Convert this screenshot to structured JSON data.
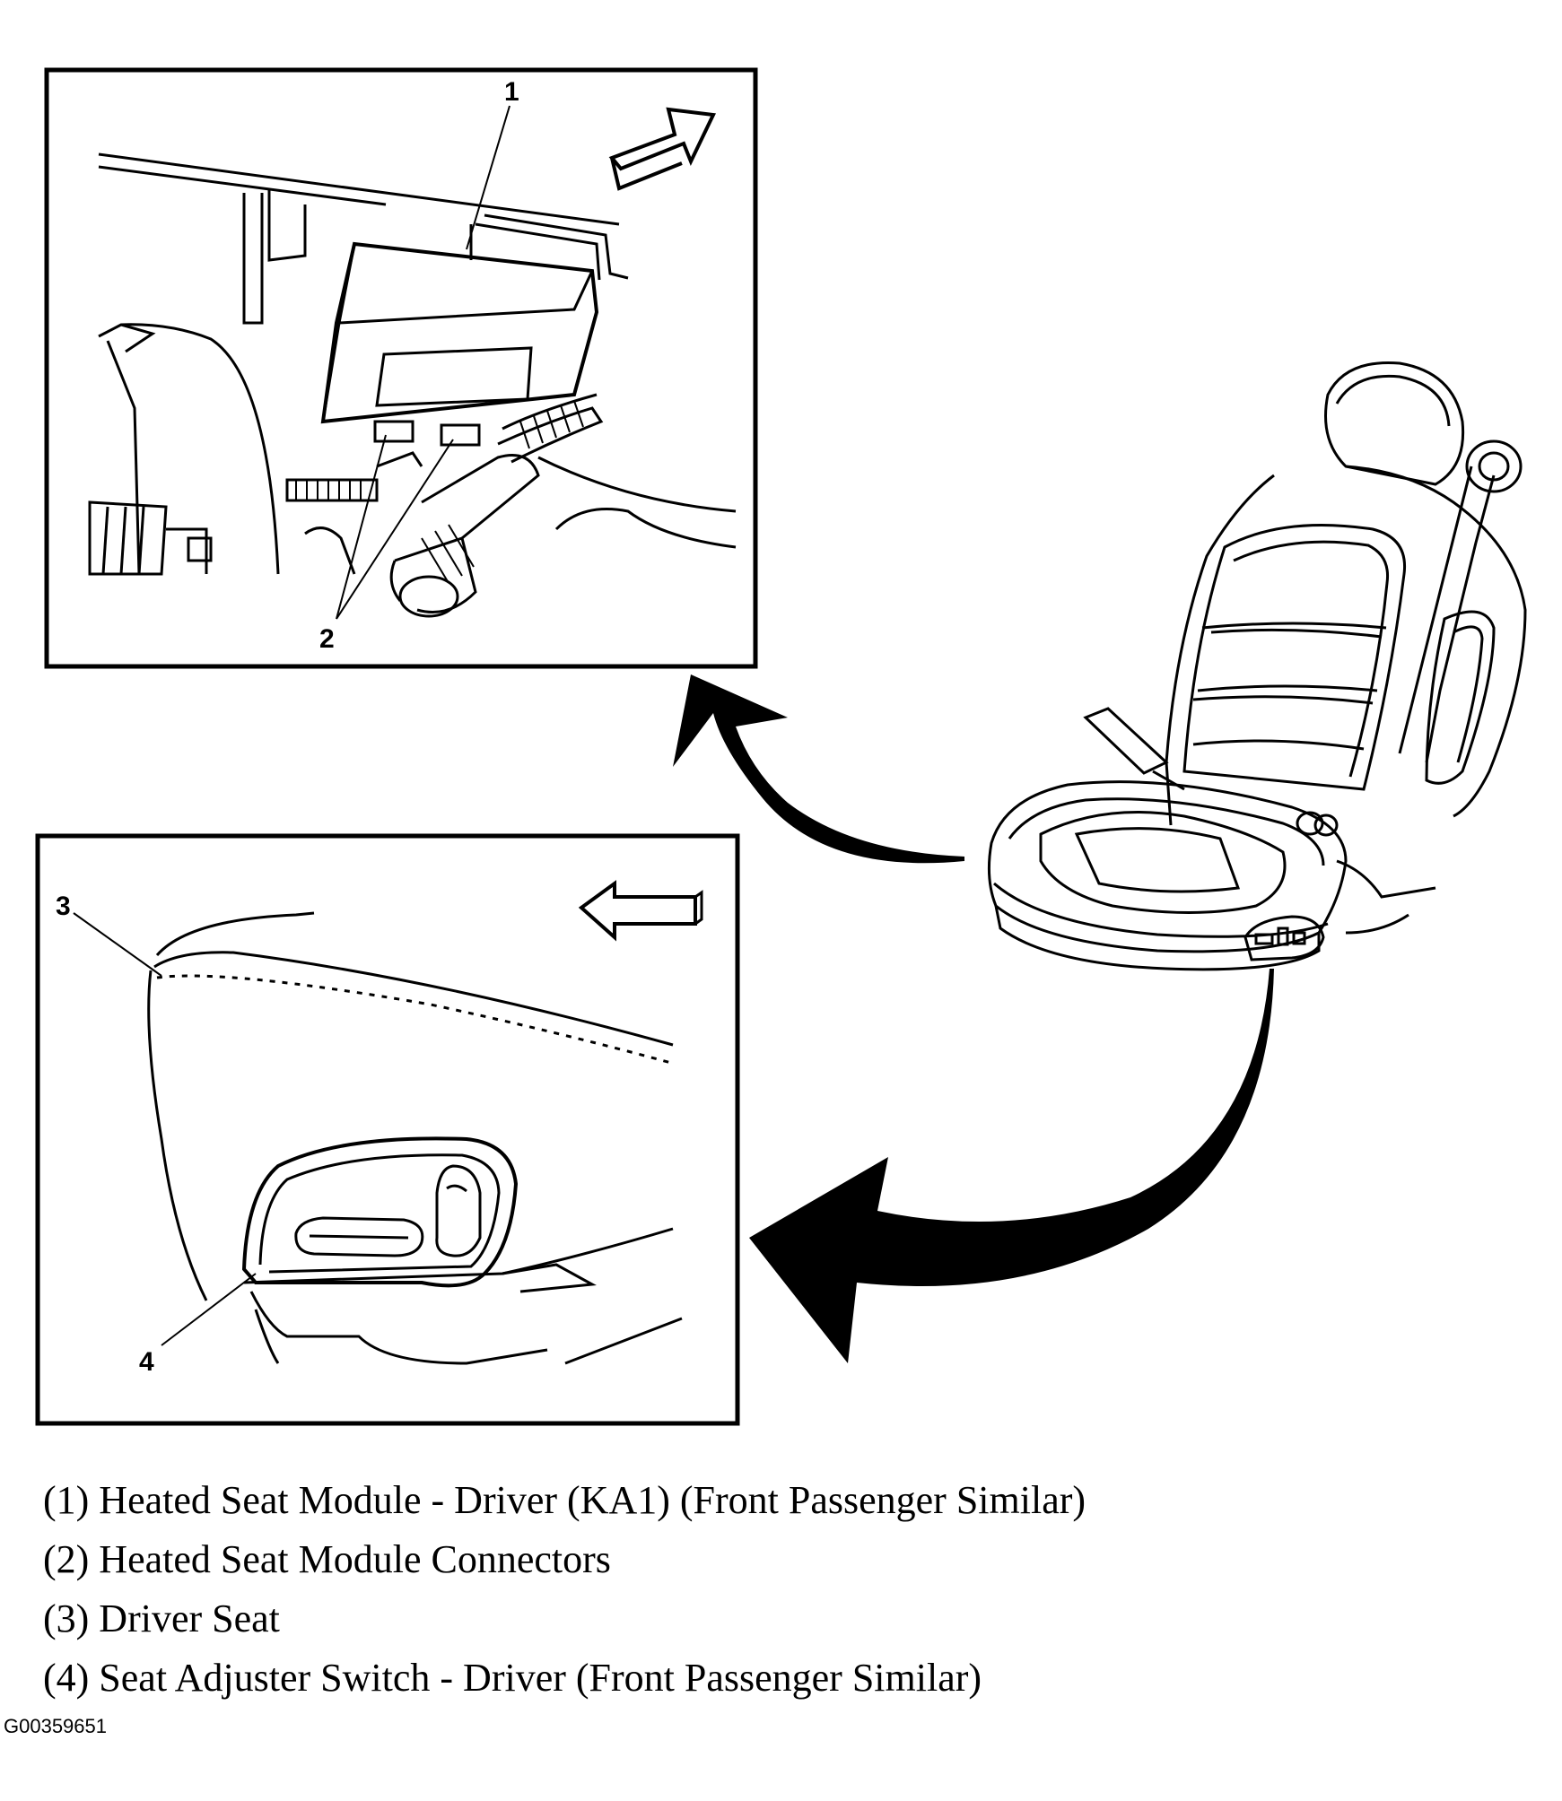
{
  "callouts": {
    "c1": "1",
    "c2": "2",
    "c3": "3",
    "c4": "4"
  },
  "legend": [
    "(1) Heated Seat Module - Driver (KA1) (Front Passenger Similar)",
    "(2) Heated Seat Module Connectors",
    "(3) Driver Seat",
    "(4) Seat Adjuster Switch - Driver (Front Passenger Similar)"
  ],
  "figure_id": "G00359651",
  "colors": {
    "ink": "#000000",
    "paper": "#ffffff"
  }
}
